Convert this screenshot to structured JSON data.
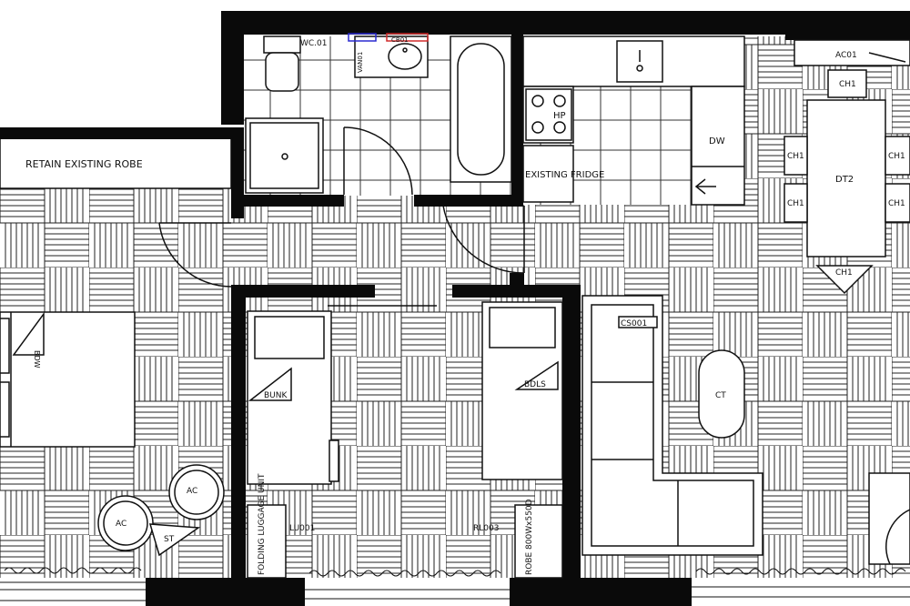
{
  "labels": {
    "retain_robe": "RETAIN EXISTING ROBE",
    "wc": "WC.01",
    "vanity": "VAN01",
    "basin": "CB01",
    "hotplate": "HP",
    "fridge": "EXISTING FRIDGE",
    "dishwasher": "DW",
    "aircon": "AC01",
    "dining_table": "DT2",
    "chair": "CH1",
    "bed_left": "BDW",
    "bunk": "BUNK",
    "bed_single": "BDLS",
    "sofa": "CS001",
    "coffee_table": "CT",
    "armchair": "AC",
    "stool": "ST",
    "luggage": "FOLDING LUGGAGE UNIT",
    "luggage_code": "LU001",
    "robe_code": "RL003",
    "robe": "ROBE 800Wx550D"
  },
  "colors": {
    "line": "#111111",
    "wall": "#0a0a0a",
    "background": "#ffffff",
    "accent_blue": "#2a2ad0",
    "accent_red": "#d02a2a"
  }
}
